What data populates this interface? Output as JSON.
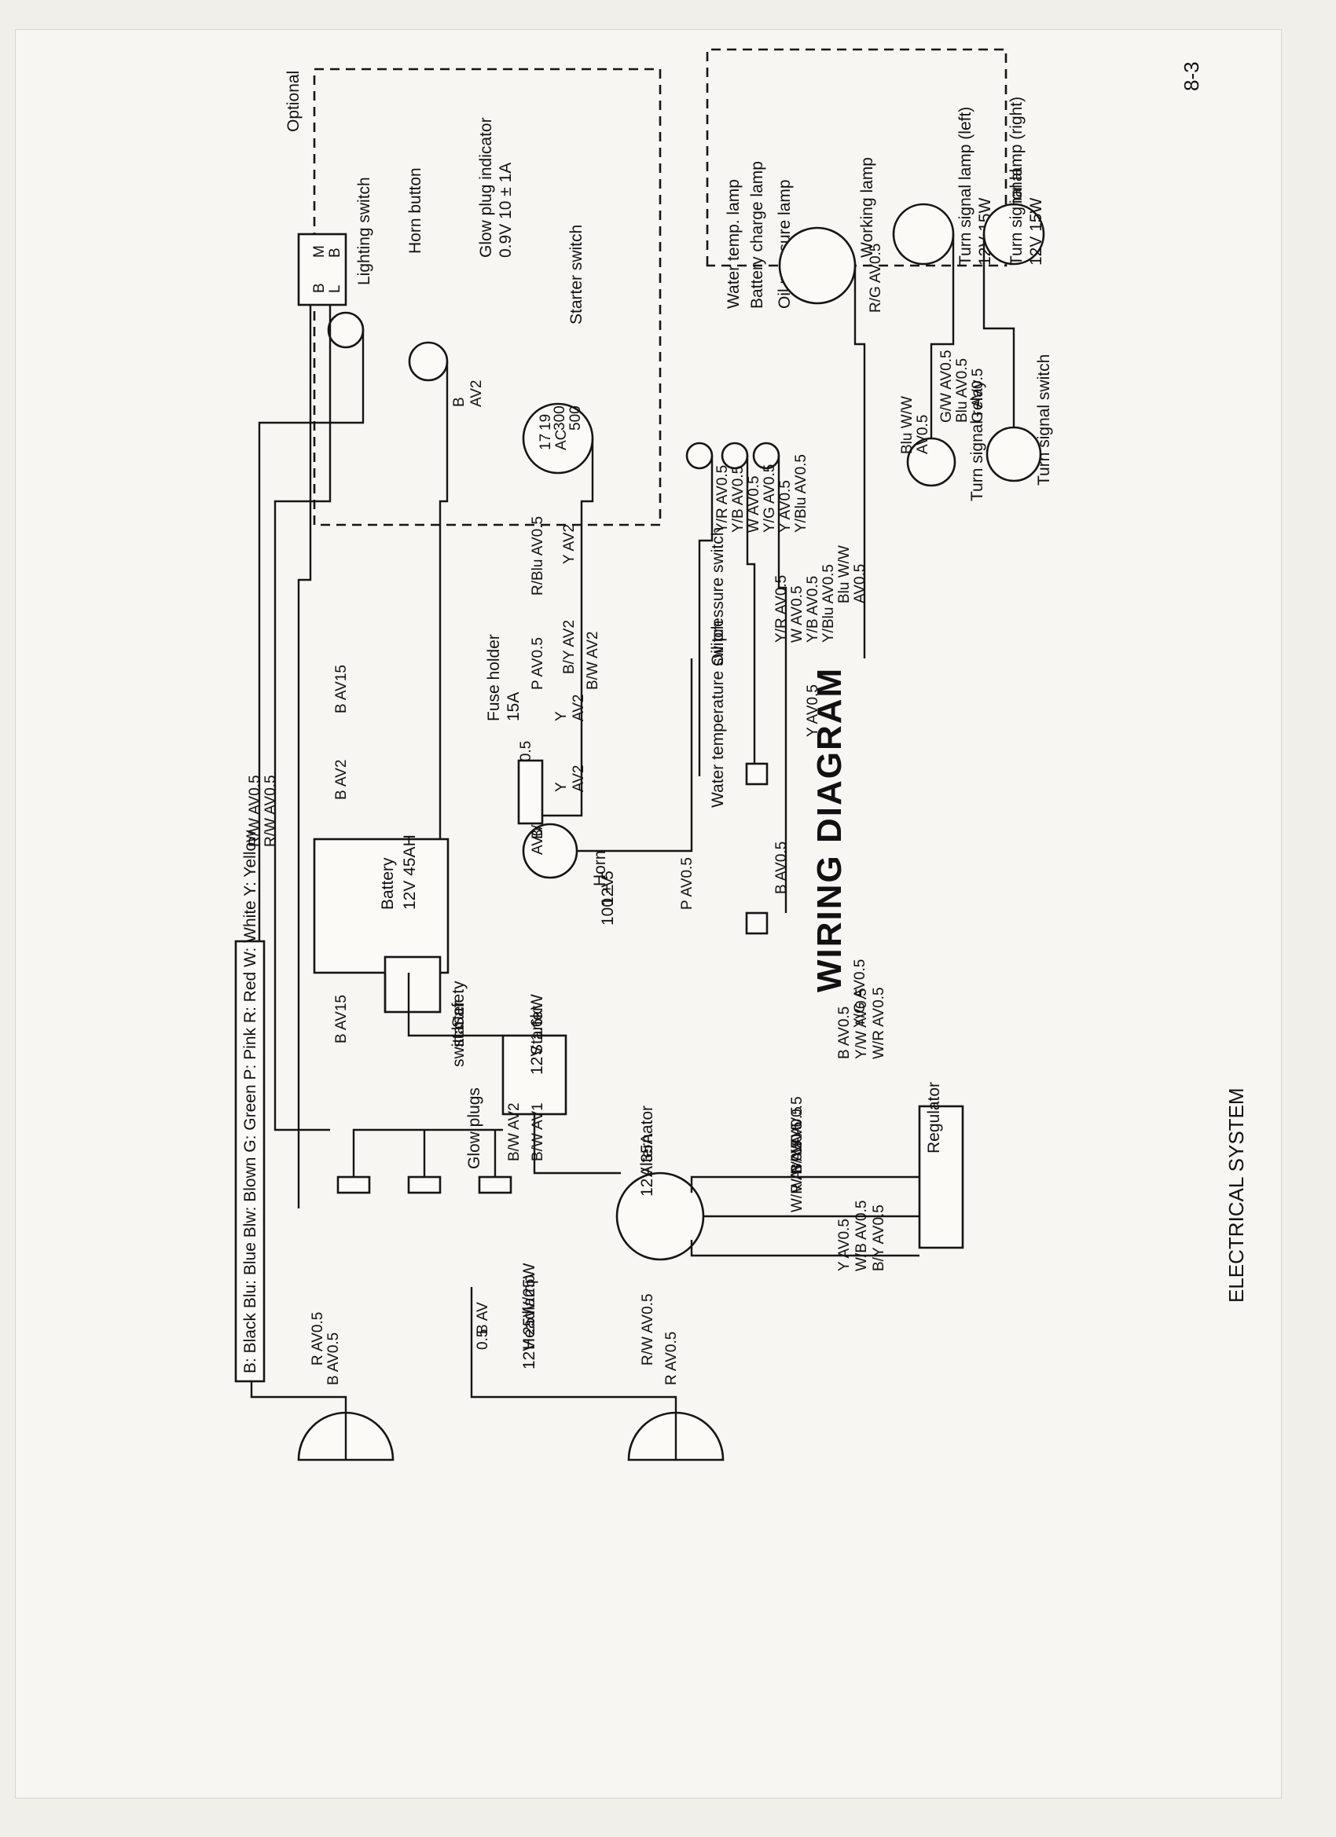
{
  "header": {
    "section": "ELECTRICAL SYSTEM",
    "page_number": "8-3",
    "title": "WIRING DIAGRAM"
  },
  "optional_groups": [
    "Optional",
    "Optional"
  ],
  "components": {
    "lighting_switch": "Lighting switch",
    "horn_button": "Horn button",
    "glow_plug_indicator": [
      "Glow plug indicator",
      "0.9V  10 ± 1A"
    ],
    "starter_switch": "Starter switch",
    "starter_switch_terminals": [
      "19",
      "17",
      "300",
      "500",
      "AC"
    ],
    "lamp_labels": [
      "Water temp. lamp",
      "Battery charge lamp",
      "Oil pressure lamp"
    ],
    "working_lamp": "Working lamp",
    "turn_signal_left": [
      "Turn signal lamp (left)",
      "12V 15W"
    ],
    "turn_signal_right": [
      "Turn signal lamp (right)",
      "12V 15W"
    ],
    "turn_signal_relay": "Turn signal relay",
    "turn_signal_switch": "Turn signal switch",
    "battery": [
      "Battery",
      "12V 45AH"
    ],
    "horn": [
      "Horn",
      "12V",
      "100 ± 5"
    ],
    "safety_starter_switch": [
      "Safety",
      "starter",
      "switch"
    ],
    "starter": [
      "Starter",
      "12V 1.6kW"
    ],
    "glow_plugs": "Glow plugs",
    "alternator": [
      "Alternator",
      "12V 35A"
    ],
    "regulator": "Regulator",
    "headlamp": [
      "Headlamp",
      "12V 25W/25W"
    ],
    "fuse_holder": [
      "Fuse holder",
      "15A"
    ],
    "oil_pressure_switch": "Oil pressure switch",
    "water_temperature_switch": "Water temperature switch"
  },
  "wire_labels": {
    "lighting_switch_terminals": [
      "M",
      "B",
      "L",
      "B"
    ],
    "lighting_to_headlamp": [
      "R/W AV0.5",
      "R/W AV0.5"
    ],
    "battery_leads": [
      "B AV15",
      "B AV2",
      "B AV15"
    ],
    "horn_button_lead": [
      "B",
      "AV2"
    ],
    "starter_switch_leads": [
      "R/Blu AV0.5",
      "Y AV2",
      "P AV0.5",
      "B/Y AV2",
      "B/W AV2",
      "Blw AV0.5"
    ],
    "lamp_leads": [
      "Y/R AV0.5",
      "Y/B AV0.5",
      "W AV0.5",
      "Y/G AV0.5",
      "Y AV0.5",
      "Y/Blu AV0.5"
    ],
    "working_lamp_lead": "R/G AV0.5",
    "relay_leads": [
      "Blu W/W",
      "AV0.5",
      "G/W AV0.5",
      "Blu AV0.5",
      "G AV0.5"
    ],
    "switch_to_harness": [
      "Blu W/W",
      "AV0.5"
    ],
    "harness_lamp_leads": [
      "Y/R AV0.5",
      "W AV0.5",
      "Y/B AV0.5",
      "Y/Blu AV0.5",
      "Y AV0.5"
    ],
    "fuse_leads": [
      "Y",
      "AV2",
      "Y",
      "AV2"
    ],
    "horn_leads": [
      "B/W",
      "AV0.5",
      "P AV0.5"
    ],
    "regulator_leads_top": [
      "B AV0.5",
      "Y/W AV0.5",
      "W/R AV0.5"
    ],
    "regulator_leads_bottom": [
      "Y AV0.5",
      "W/B AV0.5",
      "B/Y AV0.5"
    ],
    "alternator_leads": [
      "W AV0.5",
      "B/Y AV0.5",
      "W/B AV0.5",
      "W/R AV0.5"
    ],
    "misc": [
      "Y/G AV0.5",
      "B AV0.5",
      "B/W AV1",
      "B/W AV2"
    ],
    "headlamp_leads": [
      "R AV0.5",
      "B AV0.5",
      "B AV",
      "0.5",
      "R/W AV0.5",
      "R AV0.5"
    ]
  },
  "color_legend": "B: Black   Blu: Blue   Blw: Blown   G: Green   P: Pink   R: Red   W: White   Y: Yellow"
}
